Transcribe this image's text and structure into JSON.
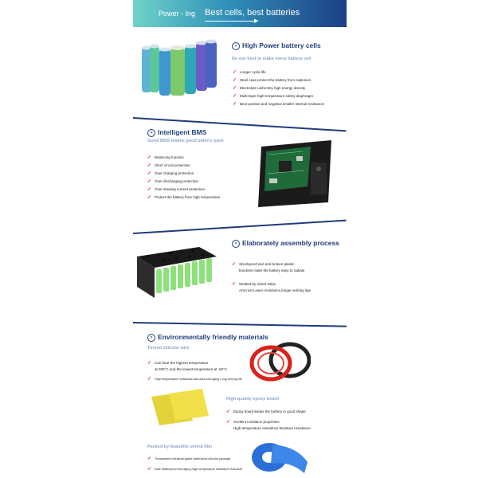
{
  "header": {
    "brand": "Power - Ing",
    "title": "Best cells, best batteries"
  },
  "sections": {
    "cells": {
      "title": "High Power battery cells",
      "subtitle": "Do our best to make every battery cell",
      "items": [
        "Longer cycle life",
        "Steel case protect the battery from explosion",
        "Electrolyte uniformity high energy density",
        "Multi-layer high-temperature safety diaphragm",
        "Best positive and negative,smaller internal resistance"
      ]
    },
    "bms": {
      "title": "Intelligent BMS",
      "subtitle": "Good BMS makes good battery pack",
      "items": [
        "Balancing function",
        "Short circuit protection",
        "Over charging protection",
        "Over discharging protection",
        "Over drawing current protection",
        "Protect the battery from high temperature"
      ]
    },
    "assembly": {
      "title": "Elaborately assembly process",
      "items": [
        {
          "line1": "Shockproof and anti-broken plastic",
          "line2": "brackets make the battery easy to radiate"
        },
        {
          "line1": "Welded by nickel strips",
          "line2": "Anti-rust Lower resistance,longer serbing lige"
        }
      ]
    },
    "materials": {
      "title": "Environmentally friendly materials",
      "wire_sub": "Tinned silicone wire",
      "wire_items": [
        {
          "line1": "Can bear the highest temperature",
          "line2": "at 200°C and the lowest temperature at -60°C"
        },
        {
          "line1": "High temperature resistance Anti-acid Anti-aging Long serving life",
          "line2": ""
        }
      ],
      "epoxy_sub": "High-quality epoxy board",
      "epoxy_items": [
        {
          "line1": "Epoxy board keeps the battery in good shape",
          "line2": ""
        },
        {
          "line1": "Xcellent insulation properties",
          "line2": "High temperature resistance Moisture resistance"
        }
      ],
      "film_sub": "Packed by beautiful shrink film",
      "film_items": [
        "Transparent industrial grade waterproof silicone package",
        "Safe Waterproof Anti-aging High temperature resistance Anti-acid"
      ]
    }
  },
  "colors": {
    "accent": "#1e3f7a",
    "check": "#e02020",
    "subtitle": "#8aa6c8"
  }
}
